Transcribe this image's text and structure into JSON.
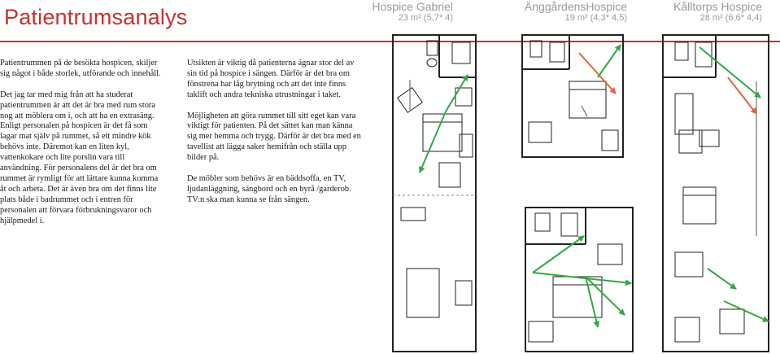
{
  "title": "Patientrumsanalys",
  "hospices": [
    {
      "name": "Hospice Gabriel",
      "size": "23 m² (5,7* 4)"
    },
    {
      "name": "ÄnggårdensHospice",
      "size": "19 m² (4,3* 4,5)"
    },
    {
      "name": "Kålltorps Hospice",
      "size": "28 m² (6,6* 4,4)"
    }
  ],
  "column1": [
    "Patientrummen på de besökta hospicen, skiljer sig något i både storlek, utförande och innehåll.",
    "Det jag tar med mig från att ha studerat patientrummen är att det är bra med rum stora nog att möblera om i, och att ha en extrasäng. Enligt personalen på hospicen är det få som lagar mat själv på rummet, så ett mindre kök behövs inte. Däremot kan en liten kyl, vattenkokare och lite porslin vara till användning. För personalens del är det bra om rummet är rymligt för att lättare kunna komma åt och arbeta. Det är även bra om det finns lite plats både i badrummet och i entren för personalen att förvara förbrukningsvaror och hjälpmedel i."
  ],
  "column2": [
    "Utsikten är viktig då patienterna ägnar stor del av sin tid på hospice i sängen. Därför är det bra om fönstrena har låg brytning och att det inte finns taklift och andra tekniska utrustningar i taket.",
    "Möjligheten att göra rummet till sitt eget kan vara viktigt för patienten. På det sättet kan man känna sig mer hemma och trygg. Därför är det bra med en tavellist att lägga saker hemifrån och ställa upp bilder på.",
    "De möbler som behövs är en bäddsoffa, en TV, ljudanläggning, sängbord och en byrå /garderob. TV:n ska man kunna se från sängen."
  ],
  "colors": {
    "accent": "#c9302c",
    "sight_line": "#33a845",
    "view_line": "#e0643c",
    "muted": "#9a9a9a"
  }
}
